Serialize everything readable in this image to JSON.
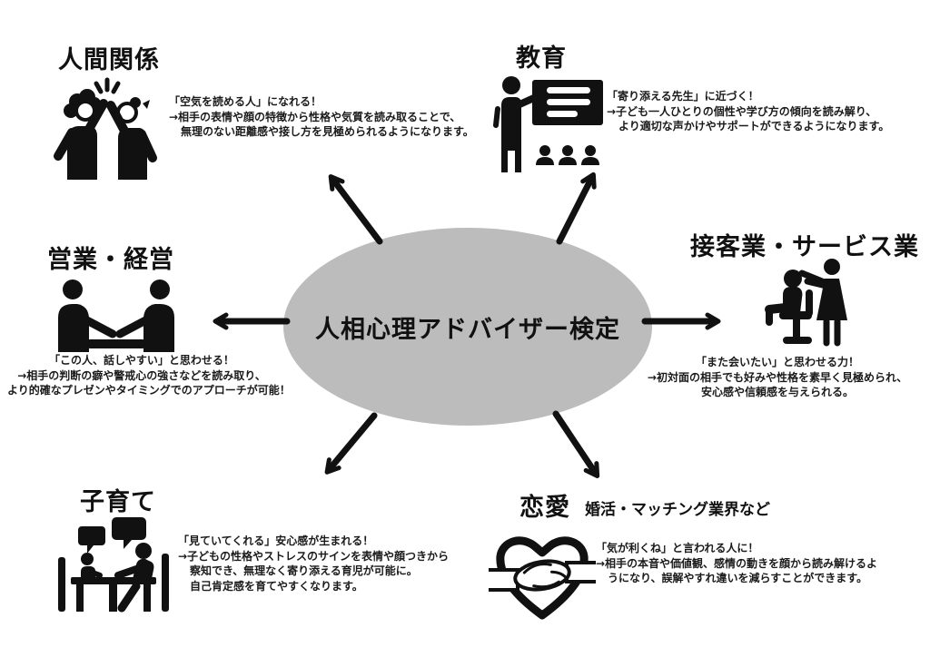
{
  "canvas": {
    "background": "#ffffff"
  },
  "center": {
    "label": "人相心理アドバイザー検定",
    "ellipse_color": "#bcbcbc",
    "text_color": "#111111"
  },
  "arrow_color": "#111111",
  "sections": {
    "human_relations": {
      "title": "人間関係",
      "icon": "high-five-people-icon",
      "lines": [
        "「空気を読める人」になれる！",
        "→相手の表情や顔の特徴から性格や気質を読み取ることで、",
        "無理のない距離感や接し方を見極められるようになります。"
      ]
    },
    "education": {
      "title": "教育",
      "icon": "teacher-blackboard-icon",
      "lines": [
        "「寄り添える先生」に近づく！",
        "→子ども一人ひとりの個性や学び方の傾向を読み解り、",
        "より適切な声かけやサポートができるようになります。"
      ]
    },
    "sales_management": {
      "title": "営業・経営",
      "icon": "business-meeting-handshake-icon",
      "lines": [
        "「この人、話しやすい」と思わせる！",
        "→相手の判断の癖や警戒心の強さなどを読み取り、",
        "より的確なプレゼンやタイミングでのアプローチが可能！"
      ]
    },
    "service_industry": {
      "title": "接客業・サービス業",
      "icon": "hairdresser-client-icon",
      "lines": [
        "「また会いたい」と思わせる力！",
        "→初対面の相手でも好みや性格を素早く見極められ、",
        "安心感や信頼感を与えられる。"
      ]
    },
    "parenting": {
      "title": "子育て",
      "icon": "parent-child-talk-icon",
      "lines": [
        "「見ていてくれる」安心感が生まれる！",
        "→子どもの性格やストレスのサインを表情や顔つきから",
        "察知でき、無理なく寄り添える育児が可能に。",
        "自己肯定感を育てやすくなります。"
      ]
    },
    "romance": {
      "title": "恋愛",
      "subtitle": "婚活・マッチング業界など",
      "icon": "heart-handshake-icon",
      "lines": [
        "「気が利くね」と言われる人に！",
        "→相手の本音や価値観、感情の動きを顔から読み解けるよ",
        "うになり、誤解やすれ違いを減らすことができます。"
      ]
    }
  }
}
